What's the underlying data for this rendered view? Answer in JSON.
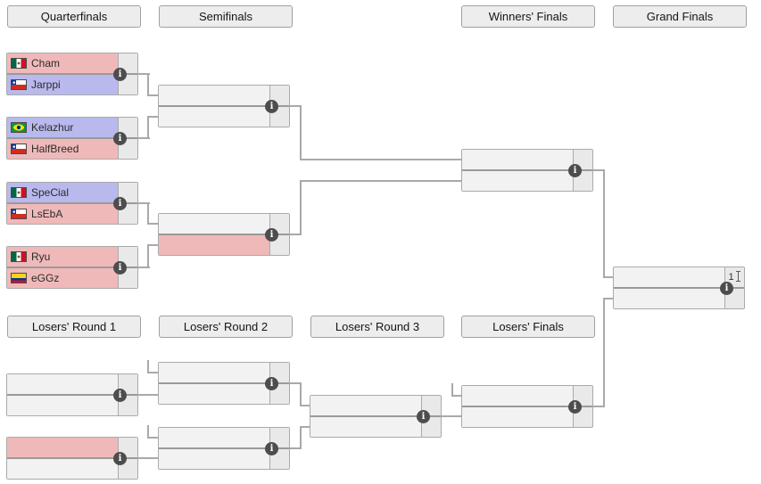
{
  "icons": {
    "info_glyph": "i",
    "text_cursor": "ibeam"
  },
  "colors": {
    "tint_pink": "#f0b9b9",
    "tint_blue": "#b9b9ee",
    "row_bg": "#f2f2f2",
    "score_bg": "#e9e9e9",
    "border": "#aaaaaa",
    "connector": "#a9a9a9",
    "info_icon_bg": "#4d4d4d"
  },
  "headers": {
    "quarterfinals": "Quarterfinals",
    "semifinals": "Semifinals",
    "winners_finals": "Winners' Finals",
    "grand_finals": "Grand Finals",
    "losers_round1": "Losers' Round 1",
    "losers_round2": "Losers' Round 2",
    "losers_round3": "Losers' Round 3",
    "losers_finals": "Losers' Finals"
  },
  "matches": {
    "qf1": {
      "players": [
        {
          "name": "Cham",
          "flag": "mx",
          "tint": "pink",
          "score": ""
        },
        {
          "name": "Jarppi",
          "flag": "cl",
          "tint": "blue",
          "score": ""
        }
      ]
    },
    "qf2": {
      "players": [
        {
          "name": "Kelazhur",
          "flag": "br",
          "tint": "blue",
          "score": ""
        },
        {
          "name": "HalfBreed",
          "flag": "cl",
          "tint": "pink",
          "score": ""
        }
      ]
    },
    "qf3": {
      "players": [
        {
          "name": "SpeCial",
          "flag": "mx",
          "tint": "blue",
          "score": ""
        },
        {
          "name": "LsEbA",
          "flag": "cl",
          "tint": "pink",
          "score": ""
        }
      ]
    },
    "qf4": {
      "players": [
        {
          "name": "Ryu",
          "flag": "mx",
          "tint": "pink",
          "score": ""
        },
        {
          "name": "eGGz",
          "flag": "co",
          "tint": "pink",
          "score": ""
        }
      ]
    },
    "sf1": {
      "players": [
        {
          "name": "",
          "flag": "",
          "tint": "",
          "score": ""
        },
        {
          "name": "",
          "flag": "",
          "tint": "",
          "score": ""
        }
      ]
    },
    "sf2": {
      "players": [
        {
          "name": "",
          "flag": "",
          "tint": "",
          "score": ""
        },
        {
          "name": "",
          "flag": "",
          "tint": "pink",
          "score": ""
        }
      ]
    },
    "wf": {
      "players": [
        {
          "name": "",
          "flag": "",
          "tint": "",
          "score": ""
        },
        {
          "name": "",
          "flag": "",
          "tint": "",
          "score": ""
        }
      ]
    },
    "gf": {
      "players": [
        {
          "name": "",
          "flag": "",
          "tint": "",
          "score": "1"
        },
        {
          "name": "",
          "flag": "",
          "tint": "",
          "score": ""
        }
      ]
    },
    "lr1a": {
      "players": [
        {
          "name": "",
          "flag": "",
          "tint": "",
          "score": ""
        },
        {
          "name": "",
          "flag": "",
          "tint": "",
          "score": ""
        }
      ]
    },
    "lr1b": {
      "players": [
        {
          "name": "",
          "flag": "",
          "tint": "pink",
          "score": ""
        },
        {
          "name": "",
          "flag": "",
          "tint": "",
          "score": ""
        }
      ]
    },
    "lr2a": {
      "players": [
        {
          "name": "",
          "flag": "",
          "tint": "",
          "score": ""
        },
        {
          "name": "",
          "flag": "",
          "tint": "",
          "score": ""
        }
      ]
    },
    "lr2b": {
      "players": [
        {
          "name": "",
          "flag": "",
          "tint": "",
          "score": ""
        },
        {
          "name": "",
          "flag": "",
          "tint": "",
          "score": ""
        }
      ]
    },
    "lr3": {
      "players": [
        {
          "name": "",
          "flag": "",
          "tint": "",
          "score": ""
        },
        {
          "name": "",
          "flag": "",
          "tint": "",
          "score": ""
        }
      ]
    },
    "lf": {
      "players": [
        {
          "name": "",
          "flag": "",
          "tint": "",
          "score": ""
        },
        {
          "name": "",
          "flag": "",
          "tint": "",
          "score": ""
        }
      ]
    }
  }
}
